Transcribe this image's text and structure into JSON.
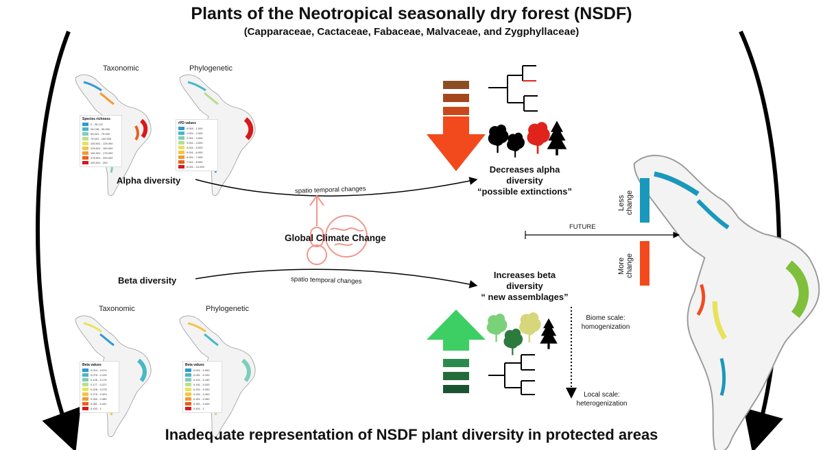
{
  "header": {
    "title": "Plants of the Neotropical seasonally dry forest (NSDF)",
    "subtitle": "(Capparaceae, Cactaceae, Fabaceae, Malvaceae, and Zygphyllaceae)"
  },
  "footer": {
    "text": "Inadequate representation of  NSDF plant diversity in protected areas"
  },
  "alpha": {
    "taxonomic_label": "Taxonomic",
    "phylogenetic_label": "Phylogenetic",
    "diversity_label": "Alpha diversity",
    "taxonomic_legend": {
      "title": "Species richness",
      "entries": [
        "0 - 26.137",
        "26.138 - 50.000",
        "50.001 - 75.000",
        "75.001 - 100.000",
        "100.001 - 125.000",
        "125.001 - 150.000",
        "150.001 - 175.000",
        "175.001 - 200.000",
        "200.001 - 250"
      ]
    },
    "phylogenetic_legend": {
      "title": "rPD values",
      "entries": [
        "0.000 - 1.000",
        "1.001 - 2.000",
        "2.001 - 3.000",
        "3.001 - 4.000",
        "4.001 - 5.000",
        "5.001 - 6.000",
        "6.001 - 7.000",
        "7.001 - 8.000",
        "8.001 - 10.000"
      ]
    },
    "arrow_label": "spatio temporal changes",
    "outcome_line1": "Decreases alpha",
    "outcome_line2": "diversity",
    "outcome_line3": "“possible extinctions”"
  },
  "beta": {
    "taxonomic_label": "Taxonomic",
    "phylogenetic_label": "Phylogenetic",
    "diversity_label": "Beta diversity",
    "taxonomic_legend": {
      "title": "Beta values",
      "entries": [
        "0.024 - 0.074",
        "0.075 - 0.125",
        "0.126 - 0.176",
        "0.177 - 0.227",
        "0.228 - 0.278",
        "0.279 - 0.329",
        "0.330 - 0.380",
        "0.381 - 0.431",
        "0.432 - 1"
      ]
    },
    "phylogenetic_legend": {
      "title": "Beta values",
      "entries": [
        "0.001 - 0.050",
        "0.051 - 0.100",
        "0.101 - 0.150",
        "0.151 - 0.200",
        "0.201 - 0.250",
        "0.251 - 0.300",
        "0.301 - 0.350",
        "0.351 - 0.400",
        "0.401 - 1"
      ]
    },
    "arrow_label": "spatio temporal changes",
    "outcome_line1": "Increases beta",
    "outcome_line2": "diversity",
    "outcome_line3": "“ new assemblages”"
  },
  "climate": {
    "label": "Global Climate Change"
  },
  "future": {
    "label": "FUTURE",
    "less_change": [
      "Less",
      "change"
    ],
    "more_change": [
      "More",
      "change"
    ]
  },
  "scale": {
    "biome": [
      "Biome scale:",
      "homogenization"
    ],
    "local": [
      "Local scale:",
      "heterogenization"
    ]
  },
  "colors": {
    "ramp": [
      "#2e9ad0",
      "#46b8c8",
      "#7fcdbb",
      "#b7df8d",
      "#e8e25a",
      "#f6c343",
      "#f39a2e",
      "#e8601c",
      "#d7191c"
    ],
    "decrease_arrow": "#f24a1d",
    "increase_arrow": "#3ecf64",
    "brown_bars": [
      "#8b4e24",
      "#a4471d",
      "#c9481b"
    ],
    "green_bars": [
      "#2d8a4e",
      "#236b3b",
      "#1a5430"
    ],
    "less_change_bar": "#1a98bb",
    "more_change_bar": "#f24a1d",
    "climate_icon": "#f0978a"
  }
}
